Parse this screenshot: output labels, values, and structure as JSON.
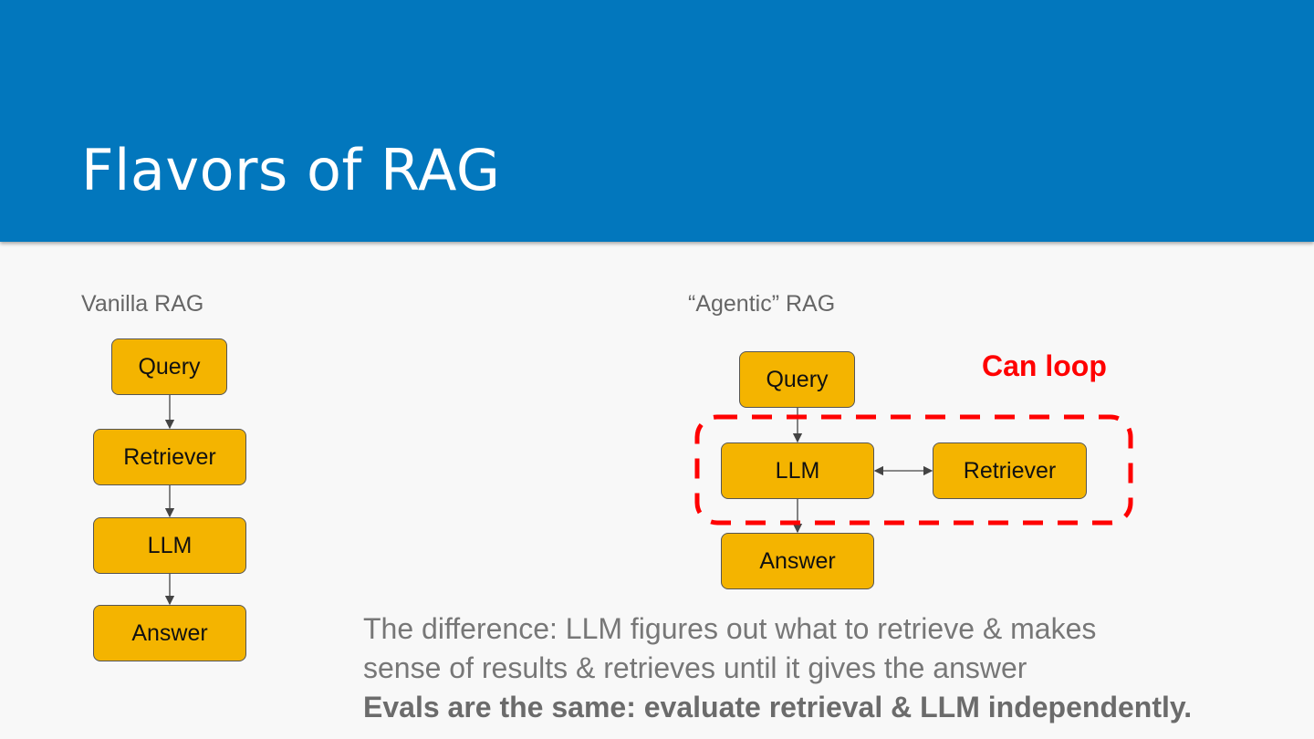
{
  "header": {
    "title": "Flavors of RAG"
  },
  "vanilla": {
    "label": "Vanilla RAG",
    "nodes": [
      "Query",
      "Retriever",
      "LLM",
      "Answer"
    ]
  },
  "agentic": {
    "label": "“Agentic” RAG",
    "query": "Query",
    "llm": "LLM",
    "retriever": "Retriever",
    "answer": "Answer",
    "loop_label": "Can loop"
  },
  "caption": {
    "line1": "The difference: LLM figures out what to retrieve & makes",
    "line2": "sense of results & retrieves until it gives the answer",
    "line3": "Evals are the same: evaluate retrieval & LLM independently."
  },
  "colors": {
    "header": "#0277bd",
    "node": "#f4b400",
    "loop": "#ff0000"
  }
}
